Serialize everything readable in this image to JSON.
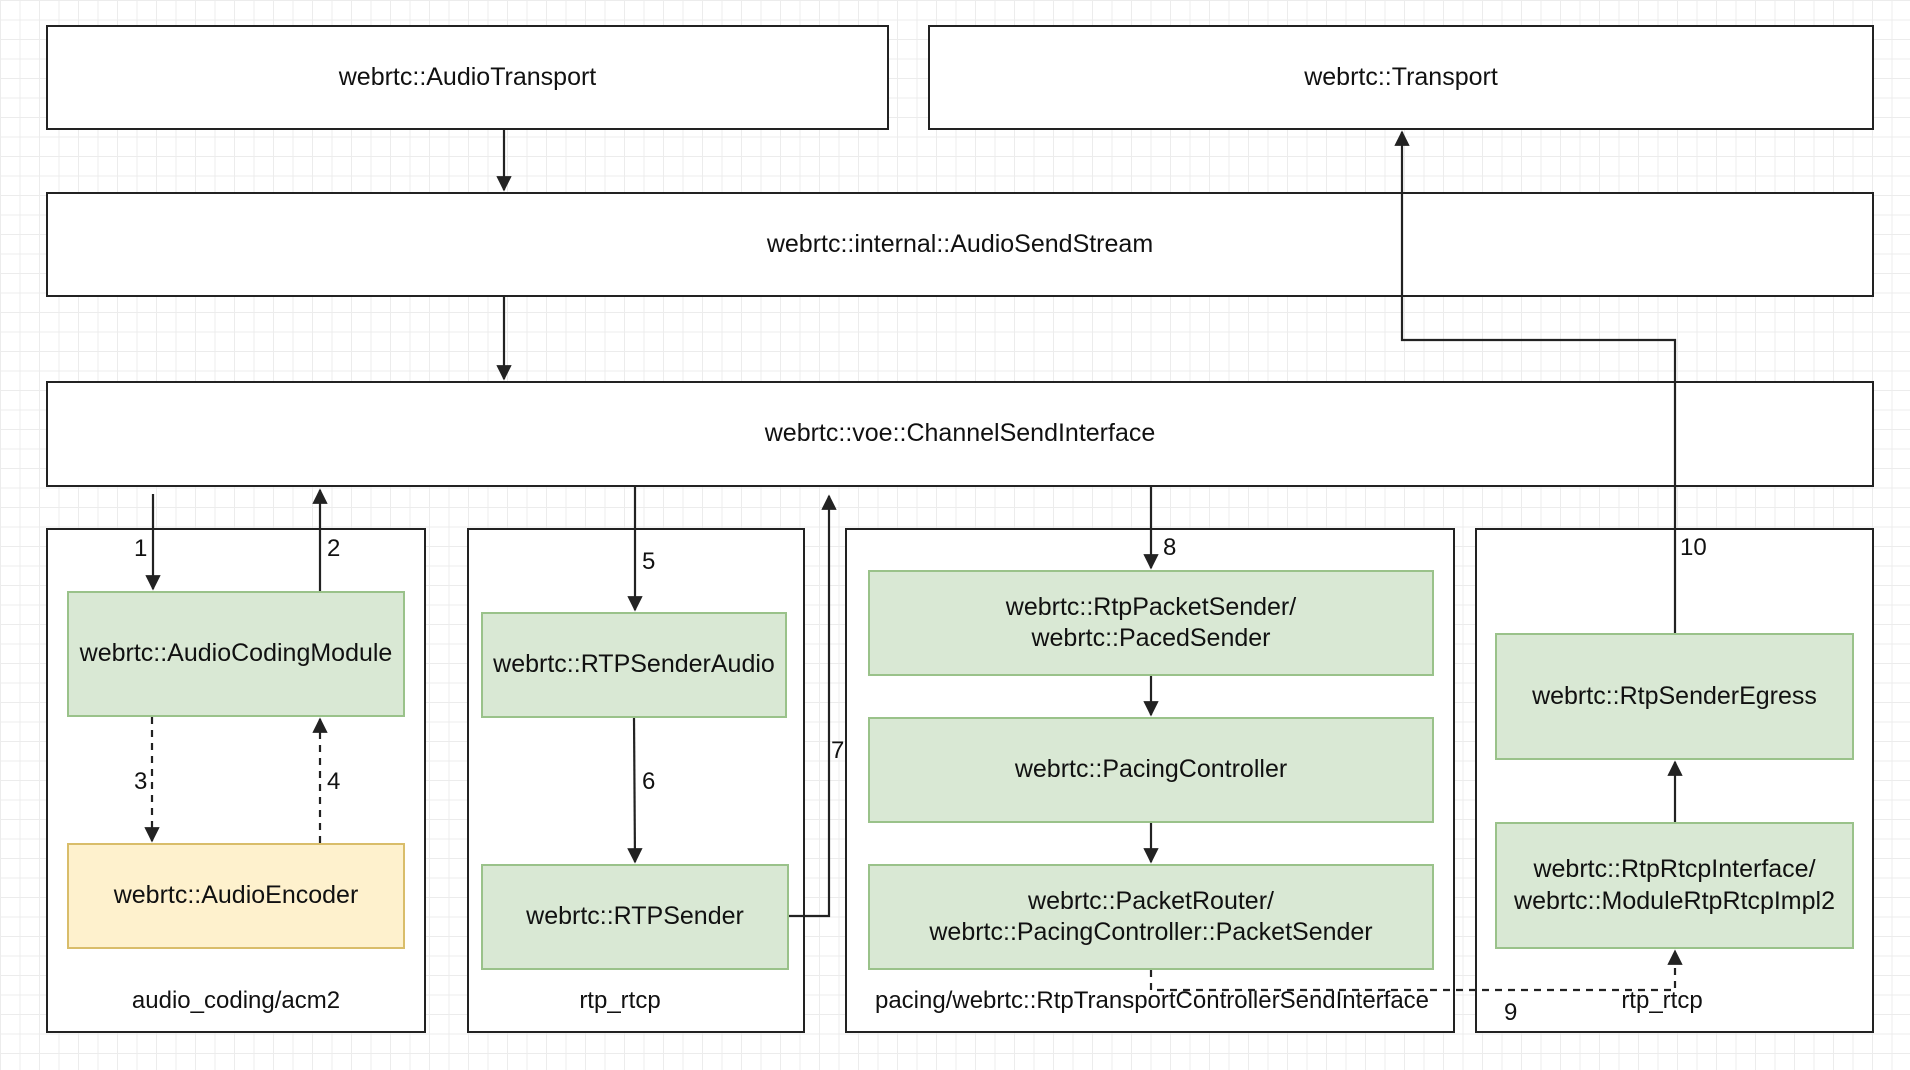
{
  "boxes": {
    "audio_transport": "webrtc::AudioTransport",
    "transport": "webrtc::Transport",
    "audio_send_stream": "webrtc::internal::AudioSendStream",
    "channel_send_interface": "webrtc::voe::ChannelSendInterface"
  },
  "groups": {
    "acm2": {
      "label": "audio_coding/acm2",
      "nodes": {
        "audio_coding_module": "webrtc::AudioCodingModule",
        "audio_encoder": "webrtc::AudioEncoder"
      }
    },
    "rtp_rtcp_1": {
      "label": "rtp_rtcp",
      "nodes": {
        "rtp_sender_audio": "webrtc::RTPSenderAudio",
        "rtp_sender": "webrtc::RTPSender"
      }
    },
    "pacing": {
      "label": "pacing/webrtc::RtpTransportControllerSendInterface",
      "nodes": {
        "rtp_packet_sender_l1": "webrtc::RtpPacketSender/",
        "rtp_packet_sender_l2": "webrtc::PacedSender",
        "pacing_controller": "webrtc::PacingController",
        "packet_router_l1": "webrtc::PacketRouter/",
        "packet_router_l2": "webrtc::PacingController::PacketSender"
      }
    },
    "rtp_rtcp_2": {
      "label": "rtp_rtcp",
      "nodes": {
        "rtp_sender_egress": "webrtc::RtpSenderEgress",
        "rtp_rtcp_interface_l1": "webrtc::RtpRtcpInterface/",
        "rtp_rtcp_interface_l2": "webrtc::ModuleRtpRtcpImpl2"
      }
    }
  },
  "edge_labels": [
    "1",
    "2",
    "3",
    "4",
    "5",
    "6",
    "7",
    "8",
    "9",
    "10"
  ],
  "colors": {
    "module_fill": "#d9e8d4",
    "module_border": "#9ac28a",
    "encoder_fill": "#fef1cd",
    "encoder_border": "#d9bd6a",
    "line": "#222222"
  }
}
